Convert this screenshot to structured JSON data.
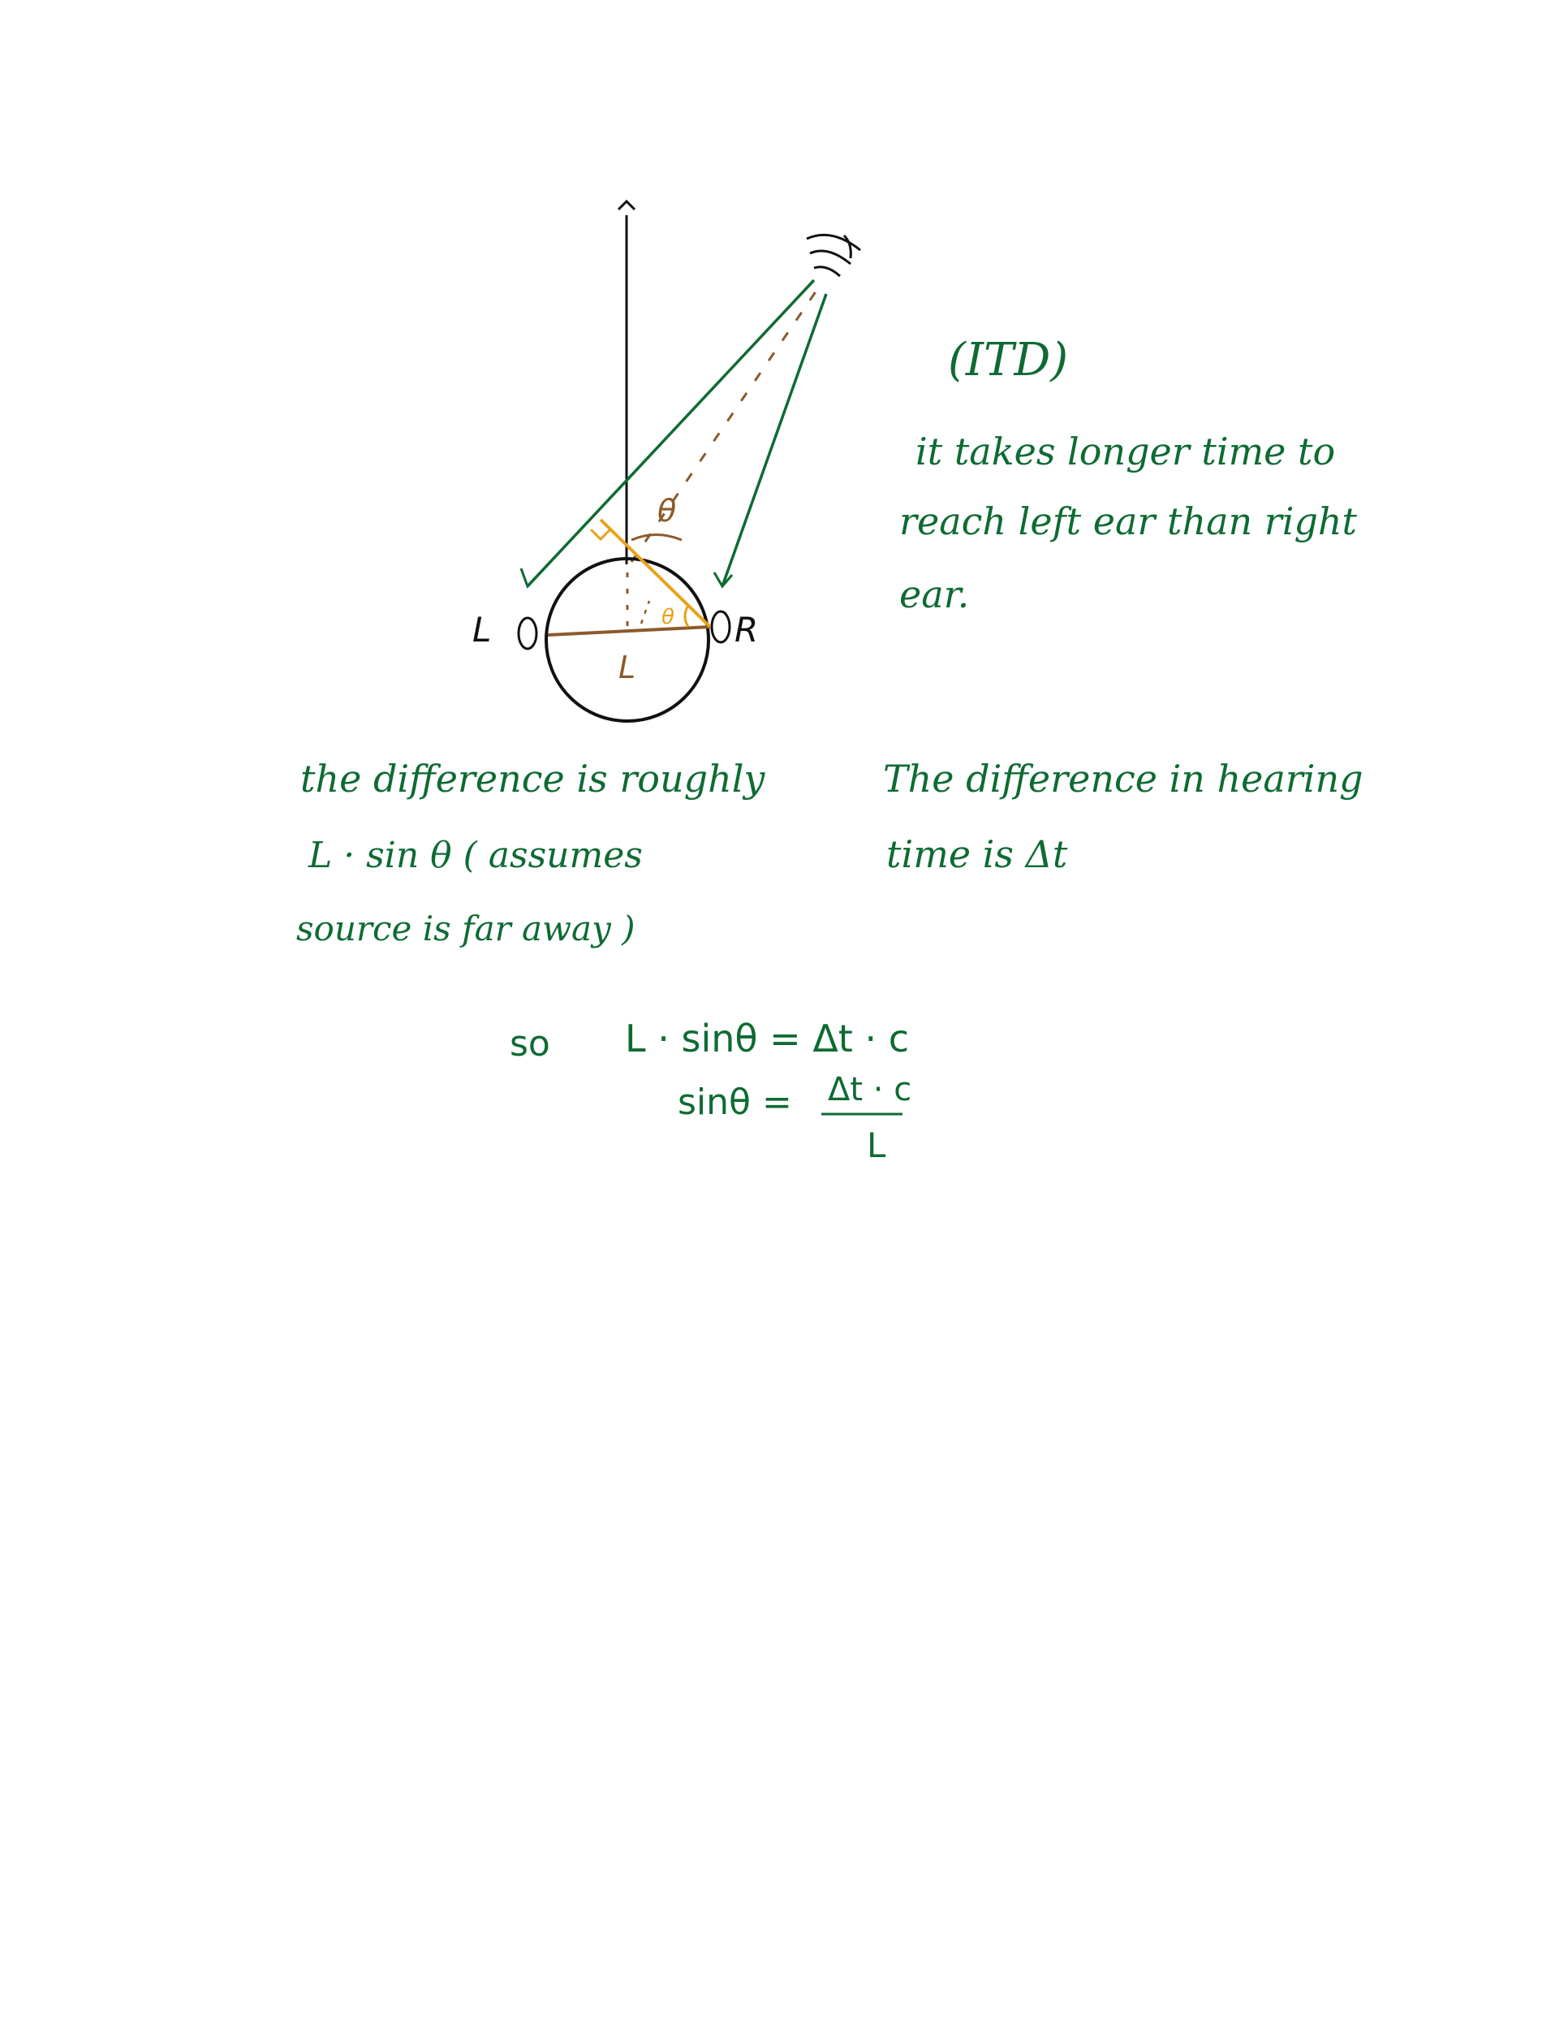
{
  "diagram": {
    "left_ear_label": "L",
    "right_ear_label": "R",
    "head_width_label": "L",
    "angle_label_top": "θ",
    "angle_label_inner": "θ"
  },
  "notes": {
    "itd_label": "(ITD)",
    "explanation_line1": "it takes longer time to",
    "explanation_line2": "reach left ear than right",
    "explanation_line3": "ear.",
    "difference_line1": "the difference is roughly",
    "difference_line2": "L · sin θ  ( assumes",
    "difference_line3": "source is far away )",
    "hearing_line1": "The difference in hearing",
    "hearing_line2": "time is Δt"
  },
  "equations": {
    "so_label": "so",
    "eq1": "L · sinθ = Δt · c",
    "eq2_lhs": "sinθ =",
    "eq2_numerator": "Δt · c",
    "eq2_denominator": "L"
  },
  "colors": {
    "ink_black": "#111111",
    "ink_green": "#0e6b33",
    "ink_brown": "#8c5a2b",
    "ink_orange": "#e8a21a"
  }
}
